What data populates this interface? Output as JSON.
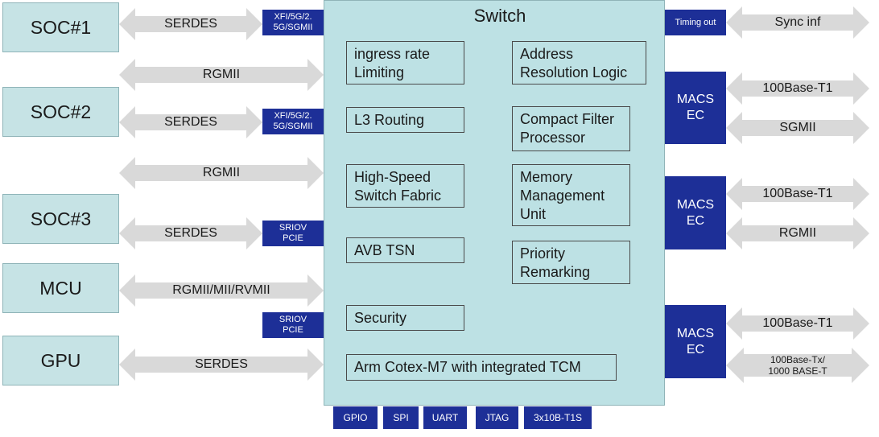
{
  "socs": [
    {
      "label": "SOC#1"
    },
    {
      "label": "SOC#2"
    },
    {
      "label": "SOC#3"
    },
    {
      "label": "MCU"
    },
    {
      "label": "GPU"
    }
  ],
  "left_links": [
    {
      "label": "SERDES"
    },
    {
      "label": "RGMII"
    },
    {
      "label": "SERDES"
    },
    {
      "label": "RGMII"
    },
    {
      "label": "SERDES"
    },
    {
      "label": "RGMII/MII/RVMII"
    },
    {
      "label": "SERDES"
    }
  ],
  "left_tags": [
    {
      "line1": "XFI/5G/2.",
      "line2": "5G/SGMII"
    },
    {
      "line1": "XFI/5G/2.",
      "line2": "5G/SGMII"
    },
    {
      "line1": "SRIOV",
      "line2": "PCIE"
    },
    {
      "line1": "SRIOV",
      "line2": "PCIE"
    }
  ],
  "switch": {
    "title": "Switch",
    "functions": [
      {
        "line1": "ingress rate",
        "line2": "Limiting"
      },
      {
        "line1": "Address",
        "line2": "Resolution Logic"
      },
      {
        "line1": "L3 Routing",
        "line2": ""
      },
      {
        "line1": "Compact Filter",
        "line2": "Processor"
      },
      {
        "line1": "High-Speed",
        "line2": "Switch Fabric"
      },
      {
        "line1": "Memory",
        "line2": "Management",
        "line3": "Unit"
      },
      {
        "line1": "AVB TSN",
        "line2": ""
      },
      {
        "line1": "Priority",
        "line2": "Remarking"
      },
      {
        "line1": "Security",
        "line2": ""
      },
      {
        "line1": "Arm Cotex-M7 with integrated TCM",
        "line2": ""
      }
    ]
  },
  "bottom_ports": [
    "GPIO",
    "SPI",
    "UART",
    "JTAG",
    "3x10B-T1S"
  ],
  "right": {
    "timing_tag": "Timing out",
    "sync_label": "Sync inf",
    "macsec_blocks": [
      {
        "line1": "MACS",
        "line2": "EC"
      },
      {
        "line1": "MACS",
        "line2": "EC"
      },
      {
        "line1": "MACS",
        "line2": "EC"
      }
    ],
    "links": [
      {
        "label": "100Base-T1"
      },
      {
        "label": "SGMII"
      },
      {
        "label": "100Base-T1"
      },
      {
        "label": "RGMII"
      },
      {
        "label": "100Base-T1"
      },
      {
        "line1": "100Base-Tx/",
        "line2": "1000 BASE-T"
      }
    ]
  },
  "colors": {
    "block_fill": "#c6e3e5",
    "switch_fill": "#bde1e4",
    "navy": "#1d2f97",
    "arrow_fill": "#d9d9d9"
  }
}
